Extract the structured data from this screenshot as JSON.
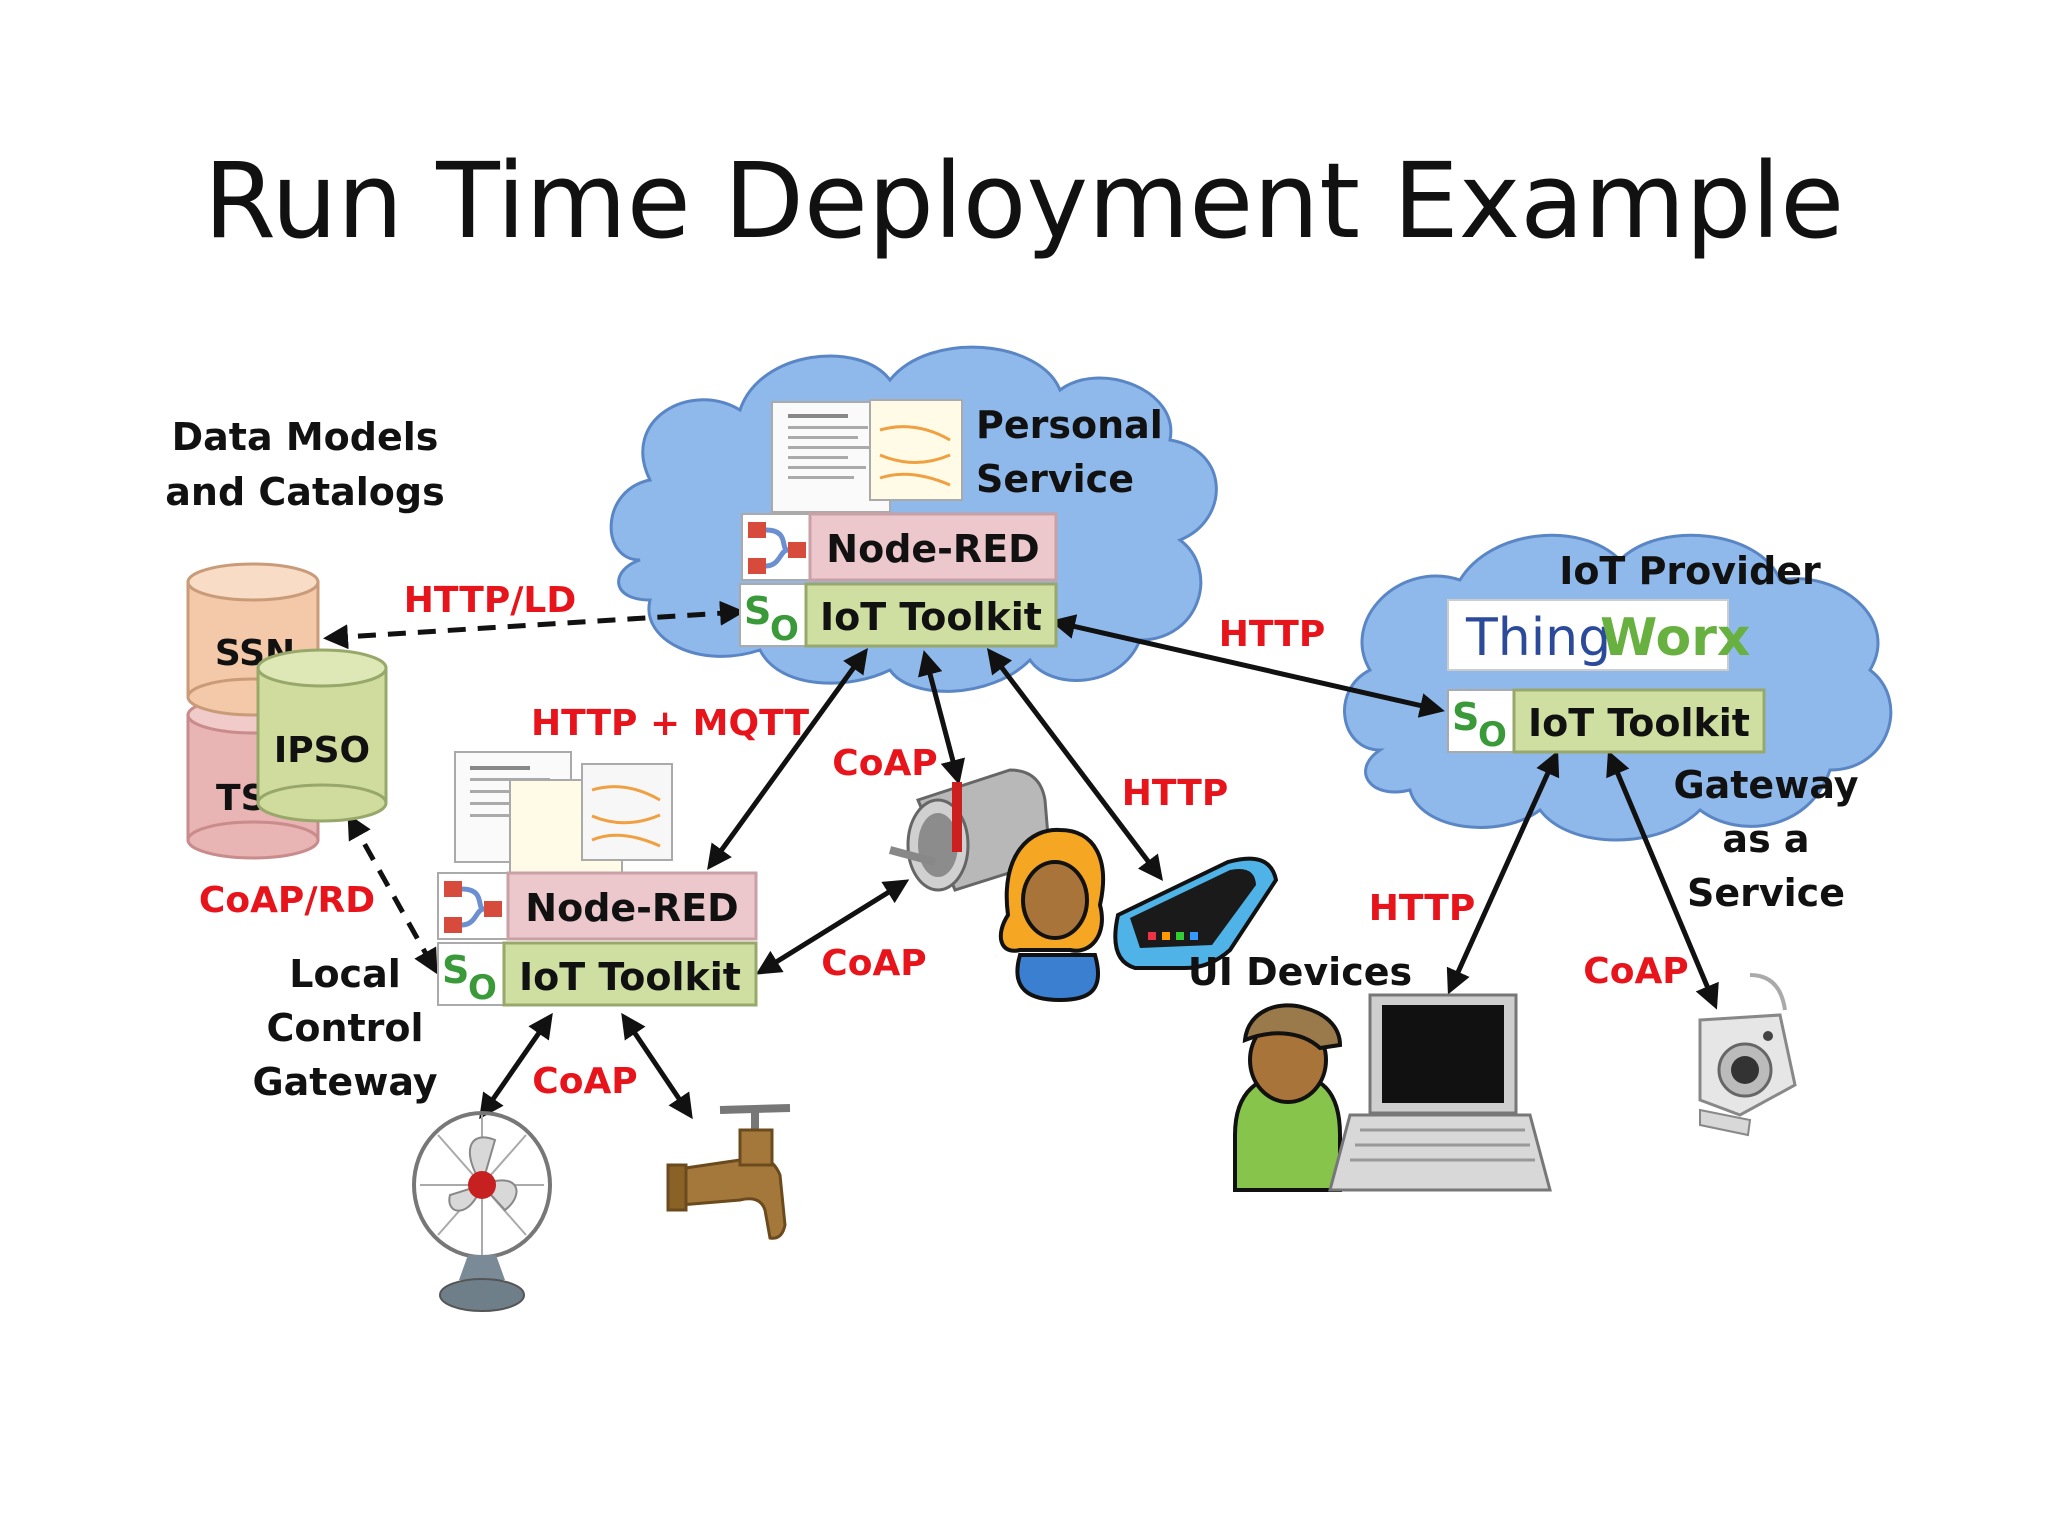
{
  "title": "Run Time Deployment Example",
  "labels": {
    "data_models": [
      "Data Models",
      "and Catalogs"
    ],
    "ssn": "SSN",
    "ipso": "IPSO",
    "tsb": "TSB",
    "personal_service": [
      "Personal",
      "Service"
    ],
    "iot_provider": "IoT Provider",
    "thingworx_a": "Thing",
    "thingworx_b": "Worx",
    "gateway_service": [
      "Gateway",
      "as a",
      "Service"
    ],
    "local_control": [
      "Local",
      "Control",
      "Gateway"
    ],
    "ui_devices": "UI Devices",
    "node_red": "Node-RED",
    "iot_toolkit": "IoT Toolkit"
  },
  "protocols": {
    "http_ld": "HTTP/LD",
    "http_mqtt": "HTTP + MQTT",
    "coap_rd": "CoAP/RD",
    "coap": "CoAP",
    "http": "HTTP"
  },
  "colors": {
    "protocol_red": "#e8141b",
    "cloud_fill": "#8fb9ea",
    "cloud_stroke": "#5a86c5",
    "node_red_fill": "#ecc7cc",
    "toolkit_fill": "#cfdfa2",
    "ssn_fill": "#f3c9a9",
    "ipso_fill": "#cfdc9d",
    "tsb_fill": "#e8b4b4"
  },
  "icons": [
    "node-red-logo-icon",
    "so-logo-icon",
    "database-cylinder-icon",
    "mailbox-icon",
    "smartphone-icon",
    "laptop-icon",
    "webcam-icon",
    "fan-icon",
    "faucet-icon",
    "person-icon"
  ]
}
